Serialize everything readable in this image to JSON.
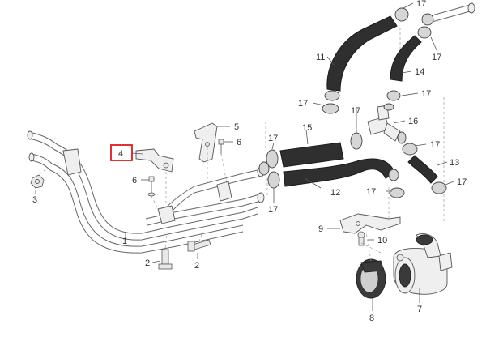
{
  "callouts": {
    "c1": "1",
    "c2a": "2",
    "c2b": "2",
    "c3": "3",
    "c4": "4",
    "c5": "5",
    "c6a": "6",
    "c6b": "6",
    "c7": "7",
    "c8": "8",
    "c9": "9",
    "c10": "10",
    "c11": "11",
    "c12": "12",
    "c13": "13",
    "c14": "14",
    "c15": "15",
    "c16": "16",
    "c17a": "17",
    "c17b": "17",
    "c17c": "17",
    "c17d": "17",
    "c17e": "17",
    "c17f": "17",
    "c17g": "17",
    "c17h": "17",
    "c17i": "17",
    "c17j": "17"
  },
  "highlight": {
    "color": "#e0191e",
    "part": "4"
  }
}
